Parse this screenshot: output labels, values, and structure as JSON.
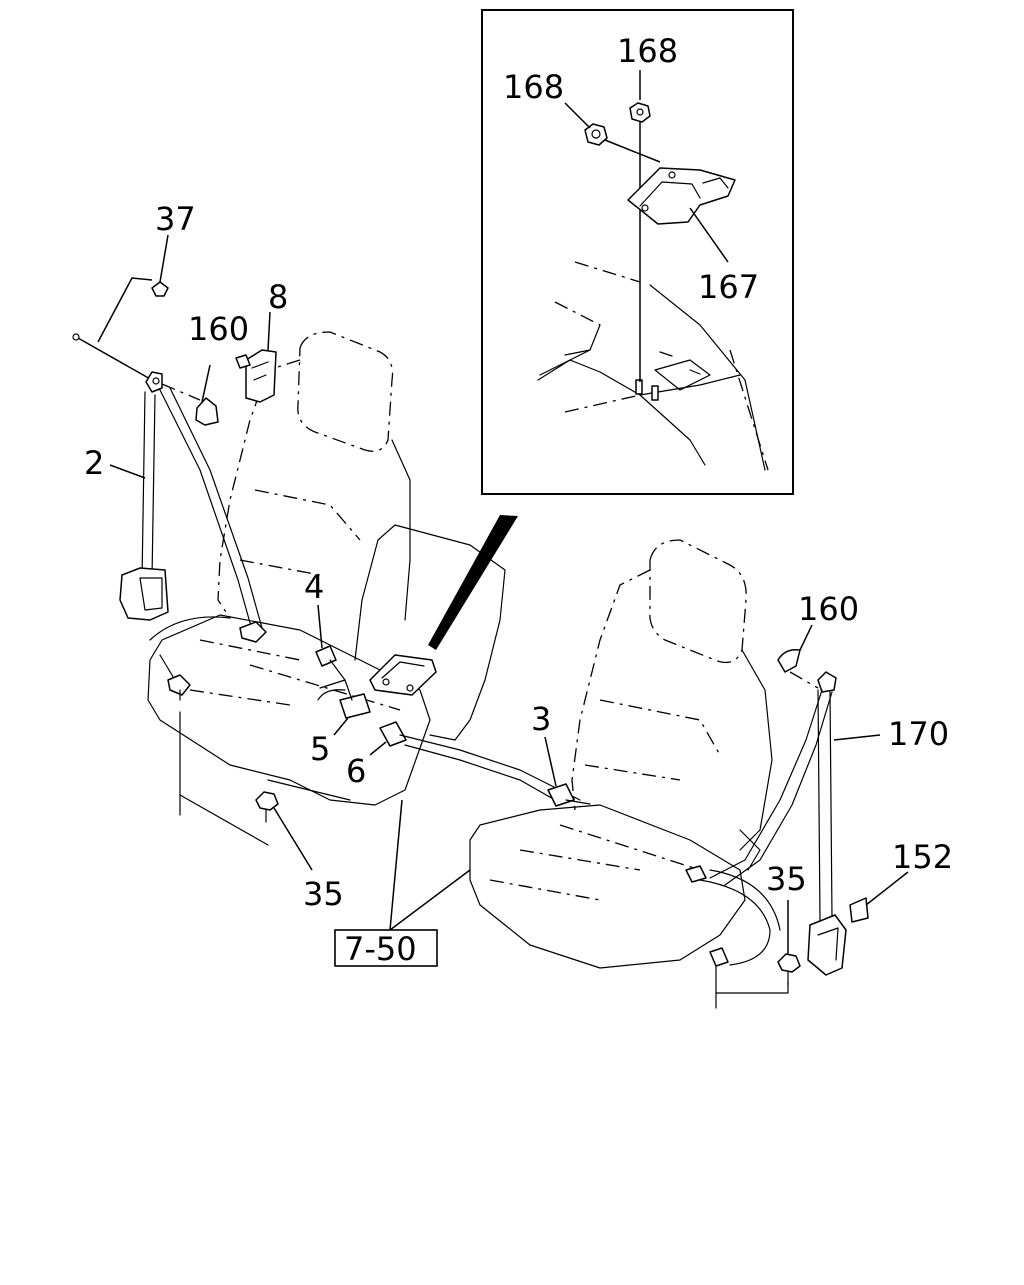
{
  "diagram": {
    "callouts": {
      "c168a": "168",
      "c168b": "168",
      "c167": "167",
      "c37": "37",
      "c8": "8",
      "c160a": "160",
      "c2": "2",
      "c4": "4",
      "c5": "5",
      "c6": "6",
      "c3": "3",
      "c160b": "160",
      "c170": "170",
      "c35a": "35",
      "c35b": "35",
      "c152": "152",
      "ref": "7-50"
    }
  }
}
